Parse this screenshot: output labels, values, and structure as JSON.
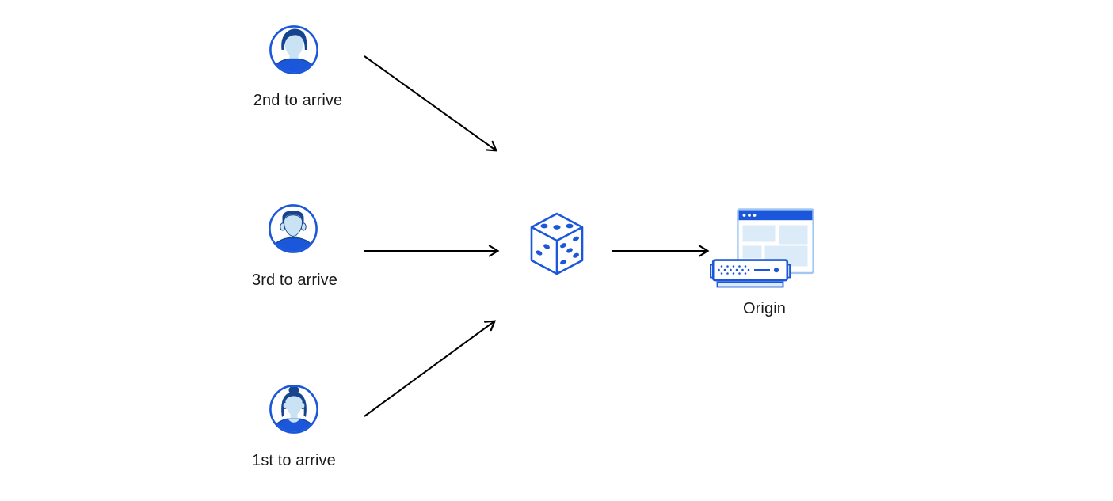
{
  "diagram": {
    "type": "flow-diagram",
    "users": [
      {
        "label": "2nd to arrive",
        "icon": "male-avatar-swoosh-hair-icon"
      },
      {
        "label": "3rd to arrive",
        "icon": "male-avatar-flat-top-icon"
      },
      {
        "label": "1st to arrive",
        "icon": "female-avatar-bun-icon"
      }
    ],
    "selector": {
      "icon": "dice-icon",
      "dice_pips": {
        "top_face": 3,
        "left_face": 2,
        "right_face": 5
      }
    },
    "origin": {
      "label": "Origin",
      "icons": [
        "browser-window-icon",
        "server-icon"
      ]
    },
    "arrows": [
      {
        "from": "2nd to arrive",
        "to": "dice",
        "direction": "down-right"
      },
      {
        "from": "3rd to arrive",
        "to": "dice",
        "direction": "right"
      },
      {
        "from": "1st to arrive",
        "to": "dice",
        "direction": "up-right"
      },
      {
        "from": "dice",
        "to": "Origin",
        "direction": "right"
      }
    ],
    "colors": {
      "accent_blue": "#1a57da",
      "dark_navy": "#16458f",
      "face_blue": "#c9e3f5",
      "light_fill": "#dcebf8",
      "window_border": "#a3c6f2",
      "arrow_black": "#000000",
      "text": "#1a1a1a",
      "background": "#ffffff"
    }
  }
}
